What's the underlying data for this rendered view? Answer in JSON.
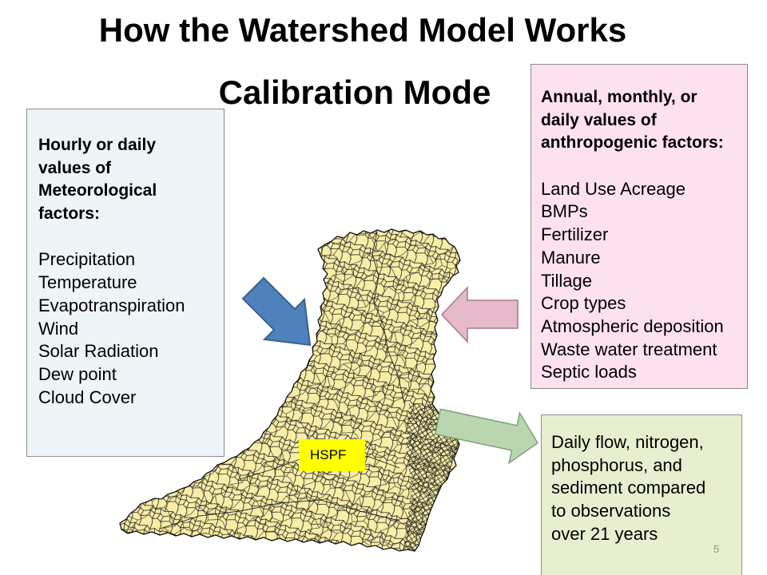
{
  "slide": {
    "title": "How the Watershed Model Works",
    "subtitle": "Calibration Mode",
    "page_number": "5"
  },
  "meteorological_inputs": {
    "heading_lines": [
      "Hourly or daily",
      "values of",
      "Meteorological",
      "factors:"
    ],
    "items": [
      "Precipitation",
      "Temperature",
      "Evapotranspiration",
      "Wind",
      "Solar Radiation",
      "Dew point",
      "Cloud Cover"
    ]
  },
  "anthropogenic_inputs": {
    "heading_lines": [
      "Annual, monthly, or",
      "daily values of",
      "anthropogenic factors:"
    ],
    "items": [
      "Land Use Acreage",
      "BMPs",
      "Fertilizer",
      "Manure",
      "Tillage",
      "Crop types",
      "Atmospheric deposition",
      "Waste water treatment",
      "Septic loads"
    ]
  },
  "model_outputs": {
    "lines": [
      "Daily flow, nitrogen,",
      "phosphorus, and",
      "sediment compared",
      "to observations",
      "over 21 years"
    ]
  },
  "model": {
    "label": "HSPF"
  },
  "colors": {
    "meteorological-box": "#EEF5F8",
    "anthropogenic-box": "#FDE1EF",
    "output-box": "#E7EFD0",
    "model-label": "#FFFF00",
    "map-fill": "#F8EEA6",
    "arrow-meteorological": "#4F81BD",
    "arrow-anthropogenic": "#E6BACB",
    "arrow-output": "#BAD6B1",
    "page-number": "#8C8C8C"
  }
}
